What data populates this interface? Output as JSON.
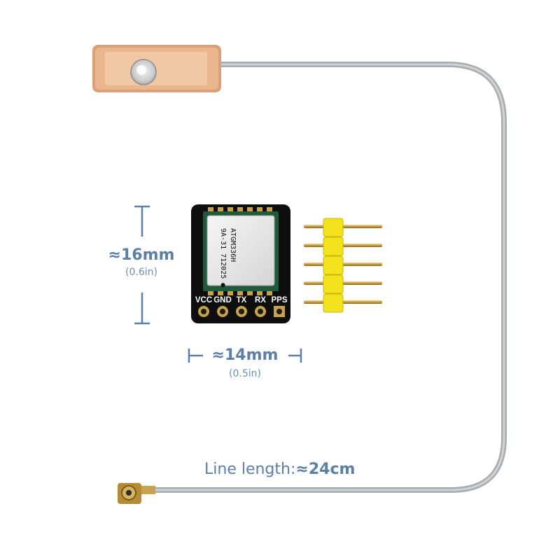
{
  "dimensions": {
    "height": {
      "main": "≈16mm",
      "sub": "(0.6in)"
    },
    "width": {
      "main": "≈14mm",
      "sub": "(0.5in)"
    },
    "line": {
      "label": "Line length:",
      "value": "≈24cm"
    }
  },
  "module": {
    "chip_text": [
      "ATGM336H",
      "9A-31 712025 ●"
    ],
    "pins": [
      "VCC",
      "GND",
      "TX",
      "RX",
      "PPS"
    ]
  },
  "colors": {
    "annotation": "#5b7fa6",
    "cable": "#b9bcbf",
    "pcb": "#0e0e0e",
    "header_pins": "#f2e31c",
    "antenna_ceramic": "#e9b68d"
  }
}
